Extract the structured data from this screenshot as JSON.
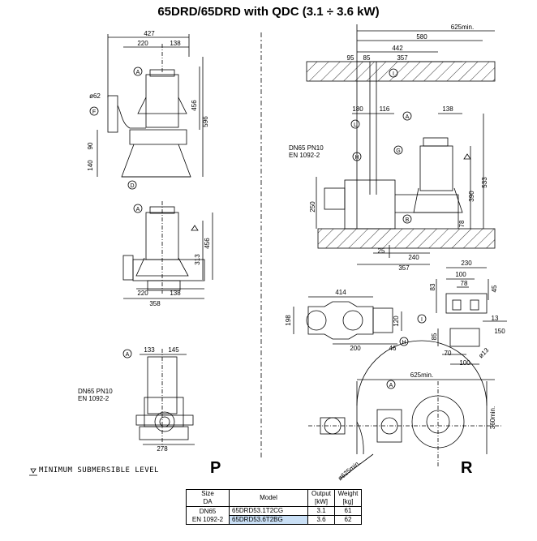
{
  "title": "65DRD/65DRD with QDC (3.1 ÷ 3.6 kW)",
  "view_p_label": "P",
  "view_r_label": "R",
  "legend_msl": "MINIMUM SUBMERSIBLE LEVEL",
  "flange_label": [
    "DN65 PN10",
    "EN 1092-2"
  ],
  "callouts": [
    "A",
    "B",
    "D",
    "F",
    "G",
    "H",
    "I",
    "L"
  ],
  "dims": {
    "side": [
      "427",
      "220",
      "138",
      "ø62",
      "456",
      "596",
      "90",
      "140"
    ],
    "front": [
      "456",
      "313",
      "220",
      "138",
      "358"
    ],
    "top": [
      "133",
      "145",
      "278"
    ],
    "install": [
      "625min.",
      "580",
      "442",
      "95",
      "85",
      "357",
      "180",
      "116",
      "138",
      "533",
      "390",
      "250",
      "78",
      "25",
      "240",
      "357"
    ],
    "bracket": [
      "230",
      "83",
      "100",
      "78",
      "45",
      "13",
      "150",
      "85",
      "70",
      "100",
      "ø13"
    ],
    "base": [
      "414",
      "198",
      "120",
      "200",
      "46"
    ],
    "plan": [
      "625min.",
      "360min.",
      "ø625min."
    ]
  },
  "table": {
    "headers": [
      "Size\nDA",
      "Model",
      "Output\n[kW]",
      "Weight\n[kg]"
    ],
    "size": "DN65\nEN 1092-2",
    "rows": [
      {
        "model": "65DRD53.1T2CG",
        "output": "3.1",
        "weight": "61"
      },
      {
        "model": "65DRD53.6T2BG",
        "output": "3.6",
        "weight": "62"
      }
    ]
  }
}
